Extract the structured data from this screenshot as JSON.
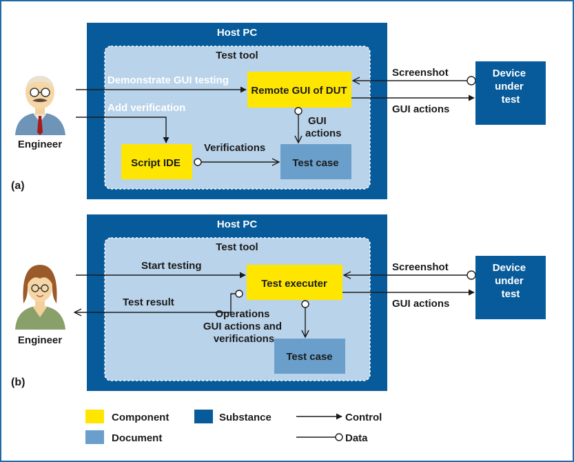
{
  "colors": {
    "frame": "#1f6aa5",
    "substance": "#075b9a",
    "tool_bg": "#b9d3ea",
    "component": "#ffe600",
    "document": "#6a9fcb",
    "text_light": "#ffffff",
    "text_dark": "#1a1a1a"
  },
  "panel_a": {
    "label": "(a)",
    "host": "Host PC",
    "tool": "Test tool",
    "remote_gui": "Remote GUI of DUT",
    "script_ide": "Script IDE",
    "test_case": "Test case",
    "demonstrate": "Demonstrate GUI testing",
    "add_verification": "Add verification",
    "verifications": "Verifications",
    "gui_actions_inner": [
      "GUI",
      "actions"
    ],
    "screenshot": "Screenshot",
    "gui_actions": "GUI actions",
    "device": [
      "Device",
      "under",
      "test"
    ],
    "engineer": "Engineer",
    "engineer_icon": "male-engineer-icon"
  },
  "panel_b": {
    "label": "(b)",
    "host": "Host PC",
    "tool": "Test tool",
    "test_executer": "Test executer",
    "test_case": "Test case",
    "start_testing": "Start testing",
    "test_result": "Test result",
    "operations": [
      "Operations",
      "GUI actions and",
      "verifications"
    ],
    "screenshot": "Screenshot",
    "gui_actions": "GUI actions",
    "device": [
      "Device",
      "under",
      "test"
    ],
    "engineer": "Engineer",
    "engineer_icon": "female-engineer-icon"
  },
  "legend": {
    "component": "Component",
    "substance": "Substance",
    "document": "Document",
    "control": "Control",
    "data": "Data"
  }
}
